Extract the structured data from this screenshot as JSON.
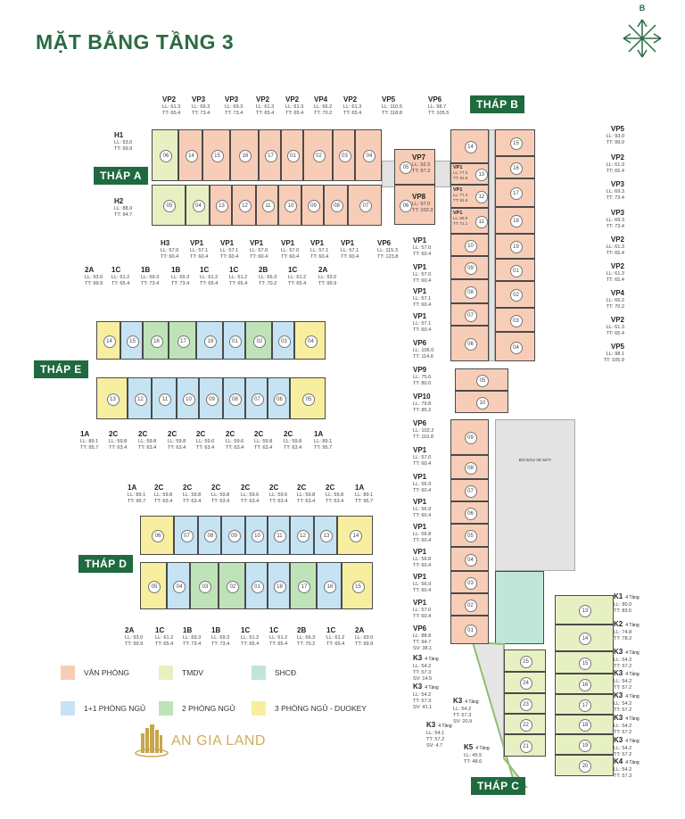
{
  "title": "MẶT BẰNG TẦNG 3",
  "corner_logo_letter": "B",
  "prefixes": {
    "ll": "LL:",
    "tt": "TT:",
    "sv": "SV:"
  },
  "towers": {
    "A": "THÁP A",
    "B": "THÁP B",
    "C": "THÁP C",
    "D": "THÁP D",
    "E": "THÁP E"
  },
  "parking_label": "BÃI ĐẬU XE MÁY",
  "colors": {
    "office": "#f8cdb7",
    "tmdv": "#e7f0c3",
    "shcd": "#bfe6d8",
    "one": "#c6e3f3",
    "two": "#bfe3b9",
    "three": "#f7ef9f",
    "tag": "#1f6a3f"
  },
  "legend": [
    {
      "type": "office",
      "label": "VĂN PHÒNG"
    },
    {
      "type": "tmdv",
      "label": "TMDV"
    },
    {
      "type": "shcd",
      "label": "SHCĐ"
    },
    {
      "type": "one",
      "label": "1+1 PHÒNG NGỦ"
    },
    {
      "type": "two",
      "label": "2 PHÒNG NGỦ"
    },
    {
      "type": "three",
      "label": "3 PHÒNG NGỦ - DUOKEY"
    }
  ],
  "brand_logo": "AN GIA LAND",
  "units": {
    "A_top": [
      [
        "06",
        "tmdv"
      ],
      [
        "14",
        "office"
      ],
      [
        "15",
        "office"
      ],
      [
        "16",
        "office"
      ],
      [
        "17",
        "office"
      ],
      [
        "01",
        "office"
      ],
      [
        "02",
        "office"
      ],
      [
        "03",
        "office"
      ],
      [
        "04",
        "office"
      ]
    ],
    "A_bottom": [
      [
        "05",
        "tmdv"
      ],
      [
        "04",
        "tmdv"
      ],
      [
        "13",
        "office"
      ],
      [
        "12",
        "office"
      ],
      [
        "11",
        "office"
      ],
      [
        "10",
        "office"
      ],
      [
        "09",
        "office"
      ],
      [
        "08",
        "office"
      ],
      [
        "07",
        "office"
      ]
    ],
    "A_ext": [
      [
        "05",
        "office"
      ],
      [
        "06",
        "office"
      ]
    ],
    "B_left": [
      [
        "14",
        "office"
      ],
      [
        "13",
        "office"
      ],
      [
        "12",
        "office"
      ],
      [
        "11",
        "office"
      ],
      [
        "10",
        "office"
      ],
      [
        "09",
        "office"
      ],
      [
        "08",
        "office"
      ],
      [
        "07",
        "office"
      ],
      [
        "06",
        "office"
      ]
    ],
    "B_right": [
      [
        "15",
        "office"
      ],
      [
        "16",
        "office"
      ],
      [
        "17",
        "office"
      ],
      [
        "18",
        "office"
      ],
      [
        "19",
        "office"
      ],
      [
        "01",
        "office"
      ],
      [
        "02",
        "office"
      ],
      [
        "03",
        "office"
      ],
      [
        "04",
        "office"
      ]
    ],
    "B_mid": [
      [
        "05",
        "office"
      ],
      [
        "10",
        "office"
      ]
    ],
    "B_lower": [
      [
        "09",
        "office"
      ],
      [
        "08",
        "office"
      ],
      [
        "07",
        "office"
      ],
      [
        "06",
        "office"
      ],
      [
        "05",
        "office"
      ],
      [
        "04",
        "office"
      ],
      [
        "03",
        "office"
      ],
      [
        "02",
        "office"
      ],
      [
        "01",
        "office"
      ]
    ],
    "C_right": [
      [
        "13",
        "tmdv"
      ],
      [
        "14",
        "tmdv"
      ],
      [
        "15",
        "tmdv"
      ],
      [
        "16",
        "tmdv"
      ],
      [
        "17",
        "tmdv"
      ],
      [
        "18",
        "tmdv"
      ],
      [
        "19",
        "tmdv"
      ],
      [
        "20",
        "tmdv"
      ]
    ],
    "C_left": [
      [
        "25",
        "tmdv"
      ],
      [
        "24",
        "tmdv"
      ],
      [
        "23",
        "tmdv"
      ],
      [
        "22",
        "tmdv"
      ],
      [
        "21",
        "tmdv"
      ]
    ],
    "E_top": [
      [
        "14",
        "three"
      ],
      [
        "15",
        "one"
      ],
      [
        "16",
        "two"
      ],
      [
        "17",
        "two"
      ],
      [
        "18",
        "one"
      ],
      [
        "01",
        "one"
      ],
      [
        "02",
        "two"
      ],
      [
        "03",
        "one"
      ],
      [
        "04",
        "three"
      ]
    ],
    "E_bottom": [
      [
        "13",
        "three"
      ],
      [
        "12",
        "one"
      ],
      [
        "11",
        "one"
      ],
      [
        "10",
        "one"
      ],
      [
        "09",
        "one"
      ],
      [
        "08",
        "one"
      ],
      [
        "07",
        "one"
      ],
      [
        "06",
        "one"
      ],
      [
        "05",
        "three"
      ]
    ],
    "D_top": [
      [
        "06",
        "three"
      ],
      [
        "07",
        "one"
      ],
      [
        "08",
        "one"
      ],
      [
        "09",
        "one"
      ],
      [
        "10",
        "one"
      ],
      [
        "11",
        "one"
      ],
      [
        "12",
        "one"
      ],
      [
        "13",
        "one"
      ],
      [
        "14",
        "three"
      ]
    ],
    "D_bottom": [
      [
        "05",
        "three"
      ],
      [
        "04",
        "one"
      ],
      [
        "03",
        "two"
      ],
      [
        "02",
        "two"
      ],
      [
        "01",
        "one"
      ],
      [
        "18",
        "one"
      ],
      [
        "17",
        "two"
      ],
      [
        "16",
        "one"
      ],
      [
        "15",
        "three"
      ]
    ]
  },
  "labels": {
    "A_top": [
      {
        "code": "VP2",
        "ll": "61.3",
        "tt": "65.4"
      },
      {
        "code": "VP3",
        "ll": "69.3",
        "tt": "73.4"
      },
      {
        "code": "VP3",
        "ll": "69.3",
        "tt": "73.4"
      },
      {
        "code": "VP2",
        "ll": "61.3",
        "tt": "65.4"
      },
      {
        "code": "VP2",
        "ll": "61.3",
        "tt": "65.4"
      },
      {
        "code": "VP4",
        "ll": "66.2",
        "tt": "70.2"
      },
      {
        "code": "VP2",
        "ll": "61.3",
        "tt": "65.4"
      },
      {
        "code": "VP5",
        "ll": "110.5",
        "tt": "118.8"
      }
    ],
    "A_side": [
      {
        "code": "H1",
        "ll": "93.0",
        "tt": "99.9"
      },
      {
        "code": "H2",
        "ll": "88.9",
        "tt": "94.7"
      }
    ],
    "A_bottom": [
      {
        "code": "H3",
        "ll": "57.0",
        "tt": "60.4"
      },
      {
        "code": "VP1",
        "ll": "57.1",
        "tt": "60.4"
      },
      {
        "code": "VP1",
        "ll": "57.1",
        "tt": "60.4"
      },
      {
        "code": "VP1",
        "ll": "57.0",
        "tt": "60.4"
      },
      {
        "code": "VP1",
        "ll": "57.0",
        "tt": "60.4"
      },
      {
        "code": "VP1",
        "ll": "57.1",
        "tt": "60.4"
      },
      {
        "code": "VP1",
        "ll": "57.1",
        "tt": "60.4"
      },
      {
        "code": "VP6",
        "ll": "115.3",
        "tt": "123.8"
      }
    ],
    "A_ext": [
      {
        "code": "VP7",
        "ll": "92.3",
        "tt": "97.3"
      },
      {
        "code": "VP8",
        "ll": "97.0",
        "tt": "102.3"
      }
    ],
    "B_topcode": [
      {
        "code": "VP6",
        "ll": "98.7",
        "tt": "105.5"
      }
    ],
    "B_inner": [
      {
        "code": "VP1",
        "ll": "77.3",
        "tt": "81.9"
      },
      {
        "code": "VP1",
        "ll": "77.3",
        "tt": "81.9"
      },
      {
        "code": "VP1",
        "ll": "66.9",
        "tt": "71.1"
      }
    ],
    "B_left": [
      {
        "code": "VP1",
        "ll": "57.0",
        "tt": "60.4"
      },
      {
        "code": "VP1",
        "ll": "57.0",
        "tt": "60.4"
      },
      {
        "code": "VP1",
        "ll": "57.1",
        "tt": "60.4"
      },
      {
        "code": "VP1",
        "ll": "57.1",
        "tt": "60.4"
      },
      {
        "code": "VP6",
        "ll": "106.0",
        "tt": "114.6"
      },
      {
        "code": "VP9",
        "ll": "75.6",
        "tt": "80.0"
      },
      {
        "code": "VP10",
        "ll": "79.8",
        "tt": "85.2"
      },
      {
        "code": "VP6",
        "ll": "102.2",
        "tt": "110.8"
      },
      {
        "code": "VP1",
        "ll": "57.0",
        "tt": "60.4"
      },
      {
        "code": "VP1",
        "ll": "56.9",
        "tt": "60.4"
      },
      {
        "code": "VP1",
        "ll": "56.9",
        "tt": "60.4"
      },
      {
        "code": "VP1",
        "ll": "56.8",
        "tt": "60.4"
      },
      {
        "code": "VP1",
        "ll": "56.8",
        "tt": "60.4"
      },
      {
        "code": "VP1",
        "ll": "56.9",
        "tt": "60.4"
      },
      {
        "code": "VP1",
        "ll": "57.0",
        "tt": "60.4"
      },
      {
        "code": "VP6",
        "ll": "88.8",
        "tt": "94.7",
        "sv": "38.1"
      }
    ],
    "B_right": [
      {
        "code": "VP5",
        "ll": "93.0",
        "tt": "99.9"
      },
      {
        "code": "VP2",
        "ll": "61.3",
        "tt": "65.4"
      },
      {
        "code": "VP3",
        "ll": "69.3",
        "tt": "73.4"
      },
      {
        "code": "VP3",
        "ll": "69.3",
        "tt": "73.4"
      },
      {
        "code": "VP2",
        "ll": "61.3",
        "tt": "65.4"
      },
      {
        "code": "VP2",
        "ll": "61.3",
        "tt": "65.4"
      },
      {
        "code": "VP4",
        "ll": "66.2",
        "tt": "70.2"
      },
      {
        "code": "VP2",
        "ll": "61.3",
        "tt": "65.4"
      },
      {
        "code": "VP5",
        "ll": "98.1",
        "tt": "105.9"
      }
    ],
    "C_left": [
      {
        "code": "K3",
        "floors": "4 Tầng",
        "ll": "54.2",
        "tt": "57.3",
        "sv": "14.5"
      },
      {
        "code": "K3",
        "floors": "4 Tầng",
        "ll": "54.2",
        "tt": "57.3",
        "sv": "41.1"
      },
      {
        "code": "K3",
        "floors": "4 Tầng",
        "ll": "54.2",
        "tt": "57.3",
        "sv": "20.9"
      },
      {
        "code": "K3",
        "floors": "4 Tầng",
        "ll": "54.1",
        "tt": "57.2",
        "sv": "4.7"
      },
      {
        "code": "K5",
        "floors": "4 Tầng",
        "ll": "45.5",
        "tt": "48.6"
      }
    ],
    "C_right": [
      {
        "code": "K1",
        "floors": "4 Tầng",
        "ll": "80.0",
        "tt": "83.5"
      },
      {
        "code": "K2",
        "floors": "4 Tầng",
        "ll": "74.8",
        "tt": "78.2"
      },
      {
        "code": "K3",
        "floors": "4 Tầng",
        "ll": "54.2",
        "tt": "57.2"
      },
      {
        "code": "K3",
        "floors": "4 Tầng",
        "ll": "54.2",
        "tt": "57.2"
      },
      {
        "code": "K3",
        "floors": "4 Tầng",
        "ll": "54.2",
        "tt": "57.2"
      },
      {
        "code": "K3",
        "floors": "4 Tầng",
        "ll": "54.2",
        "tt": "57.2"
      },
      {
        "code": "K3",
        "floors": "4 Tầng",
        "ll": "54.2",
        "tt": "57.2"
      },
      {
        "code": "K4",
        "floors": "4 Tầng",
        "ll": "54.2",
        "tt": "57.3"
      }
    ],
    "E_top": [
      {
        "code": "2A",
        "ll": "93.0",
        "tt": "99.9"
      },
      {
        "code": "1C",
        "ll": "61.2",
        "tt": "65.4"
      },
      {
        "code": "1B",
        "ll": "69.3",
        "tt": "73.4"
      },
      {
        "code": "1B",
        "ll": "69.3",
        "tt": "73.4"
      },
      {
        "code": "1C",
        "ll": "61.2",
        "tt": "65.4"
      },
      {
        "code": "1C",
        "ll": "61.2",
        "tt": "65.4"
      },
      {
        "code": "2B",
        "ll": "66.3",
        "tt": "70.2"
      },
      {
        "code": "1C",
        "ll": "61.2",
        "tt": "65.4"
      },
      {
        "code": "2A",
        "ll": "93.0",
        "tt": "99.9"
      }
    ],
    "E_bottom": [
      {
        "code": "1A",
        "ll": "89.1",
        "tt": "95.7"
      },
      {
        "code": "2C",
        "ll": "59.8",
        "tt": "63.4"
      },
      {
        "code": "2C",
        "ll": "59.8",
        "tt": "63.4"
      },
      {
        "code": "2C",
        "ll": "59.8",
        "tt": "63.4"
      },
      {
        "code": "2C",
        "ll": "59.6",
        "tt": "63.4"
      },
      {
        "code": "2C",
        "ll": "59.6",
        "tt": "63.4"
      },
      {
        "code": "2C",
        "ll": "59.8",
        "tt": "63.4"
      },
      {
        "code": "2C",
        "ll": "59.8",
        "tt": "63.4"
      },
      {
        "code": "1A",
        "ll": "89.1",
        "tt": "95.7"
      }
    ],
    "D_top": [
      {
        "code": "1A",
        "ll": "89.1",
        "tt": "95.7"
      },
      {
        "code": "2C",
        "ll": "59.8",
        "tt": "63.4"
      },
      {
        "code": "2C",
        "ll": "59.8",
        "tt": "63.4"
      },
      {
        "code": "2C",
        "ll": "59.8",
        "tt": "63.4"
      },
      {
        "code": "2C",
        "ll": "59.6",
        "tt": "63.4"
      },
      {
        "code": "2C",
        "ll": "59.6",
        "tt": "63.4"
      },
      {
        "code": "2C",
        "ll": "59.8",
        "tt": "63.4"
      },
      {
        "code": "2C",
        "ll": "59.8",
        "tt": "63.4"
      },
      {
        "code": "1A",
        "ll": "89.1",
        "tt": "95.7"
      }
    ],
    "D_bottom": [
      {
        "code": "2A",
        "ll": "93.0",
        "tt": "99.9"
      },
      {
        "code": "1C",
        "ll": "61.2",
        "tt": "65.4"
      },
      {
        "code": "1B",
        "ll": "69.3",
        "tt": "73.4"
      },
      {
        "code": "1B",
        "ll": "69.3",
        "tt": "73.4"
      },
      {
        "code": "1C",
        "ll": "61.2",
        "tt": "65.4"
      },
      {
        "code": "1C",
        "ll": "61.2",
        "tt": "65.4"
      },
      {
        "code": "2B",
        "ll": "66.3",
        "tt": "70.2"
      },
      {
        "code": "1C",
        "ll": "61.2",
        "tt": "65.4"
      },
      {
        "code": "2A",
        "ll": "93.0",
        "tt": "99.9"
      }
    ]
  }
}
